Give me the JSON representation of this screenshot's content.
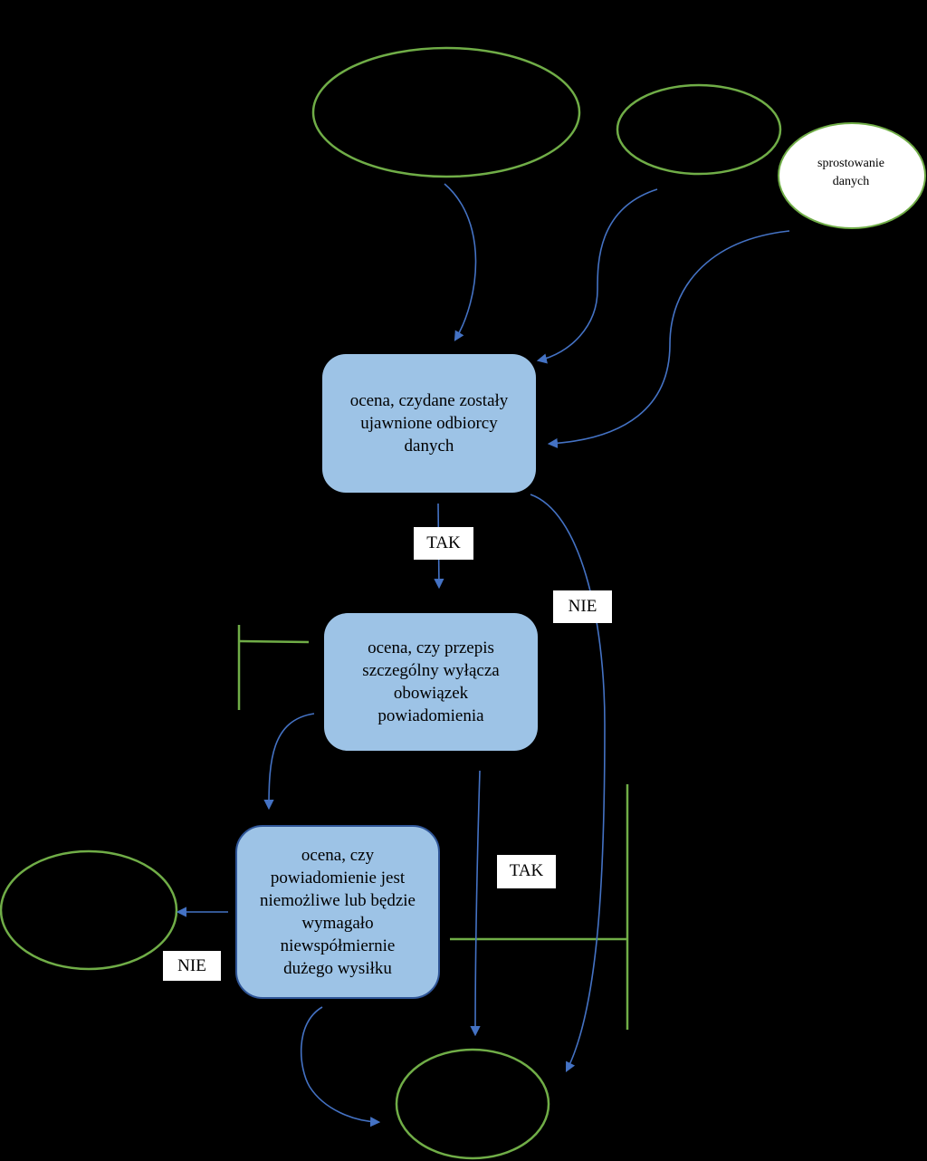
{
  "diagram": {
    "nodes": {
      "recipients": "ocena, czydane zostały\nujawnione odbiorcy\ndanych",
      "exemption": "ocena, czy przepis\nszczególny wyłącza\nobowiązek\npowiadomienia",
      "effort": "ocena, czy\npowiadomienie jest\nniemożliwe lub będzie\nwymagało\nniewspółmiernie\ndużego wysiłku",
      "rectification": "sprostowanie\ndanych"
    },
    "labels": {
      "tak_1": "TAK",
      "nie_1": "NIE",
      "tak_2": "TAK",
      "nie_2": "NIE"
    },
    "colors": {
      "background": "#000000",
      "box_fill": "#9dc3e6",
      "box_border": "#2f5597",
      "ellipse_stroke": "#70ad47",
      "arrow": "#4472c4",
      "label_fill": "#ffffff"
    }
  }
}
